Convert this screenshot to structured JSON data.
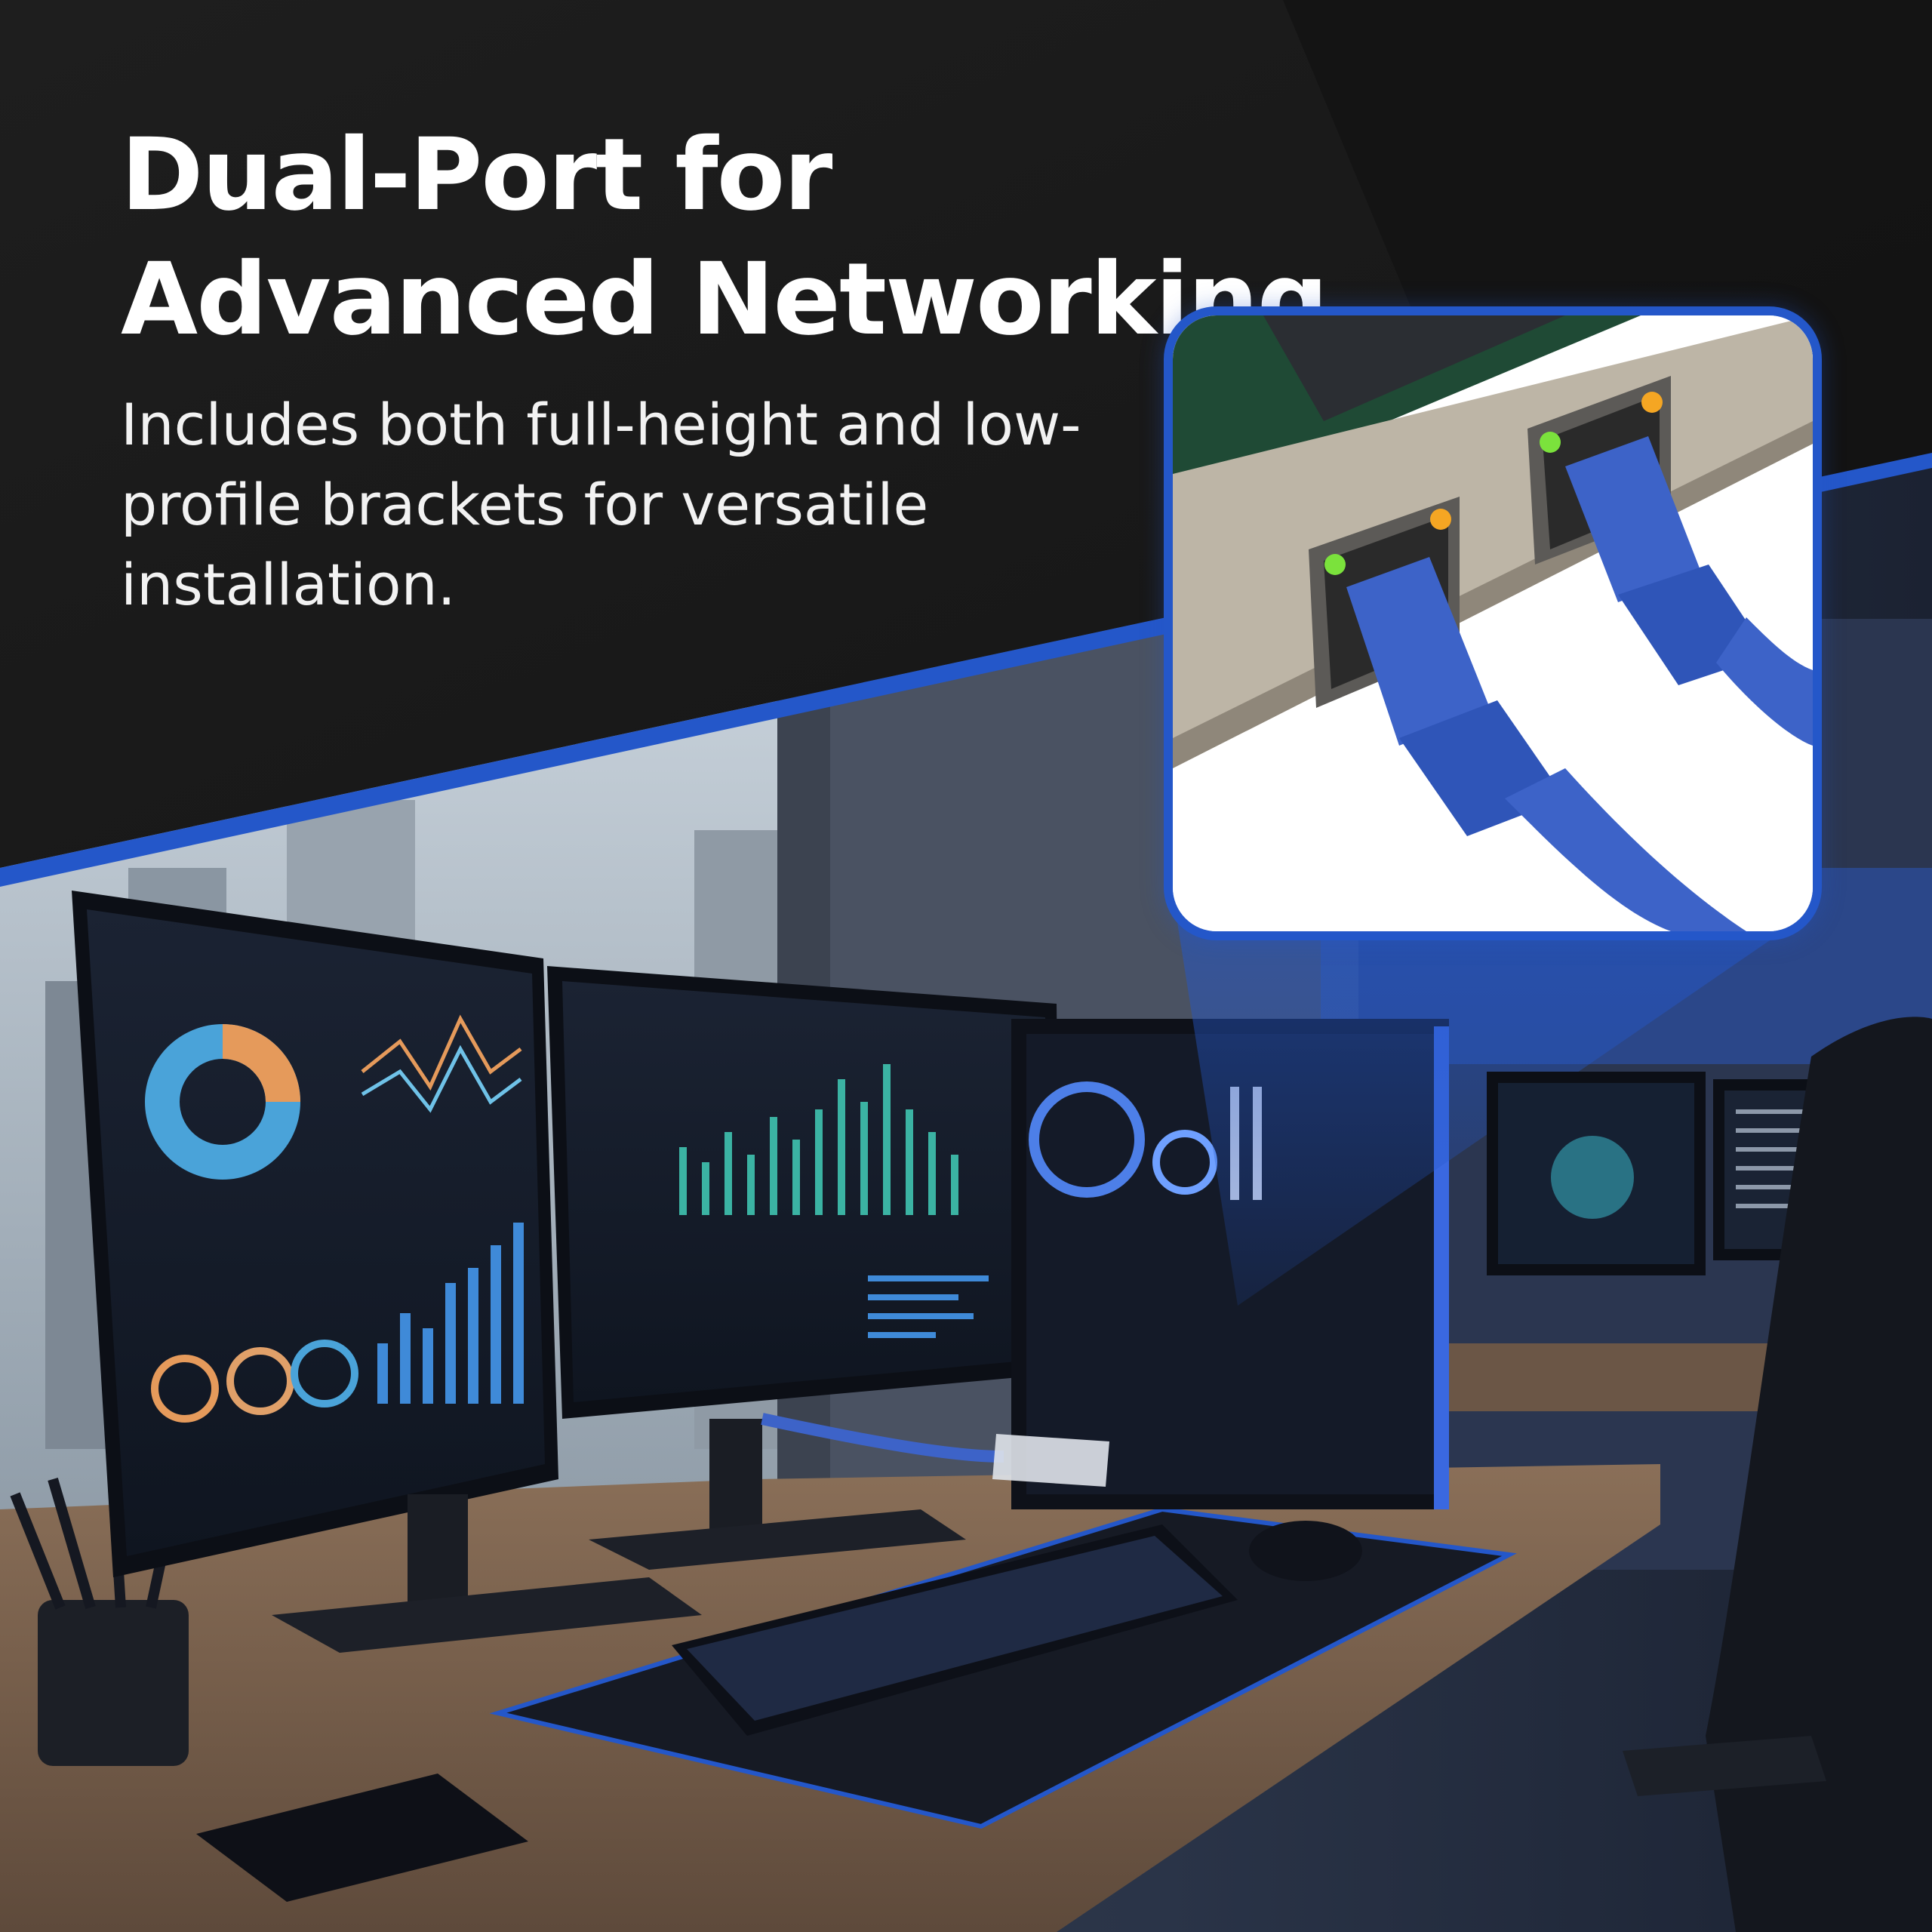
{
  "headline": "Dual-Port for Advanced Networking",
  "subheadline": "Includes both full-height and low-profile brackets for versatile installation.",
  "colors": {
    "background_dark": "#141414",
    "accent_blue": "#2457c9",
    "cable_blue": "#3d63c8",
    "led_green": "#7be23c",
    "led_amber": "#f5a623"
  },
  "icons": [
    "magnifier-callout",
    "ethernet-cable",
    "dual-port-nic"
  ]
}
